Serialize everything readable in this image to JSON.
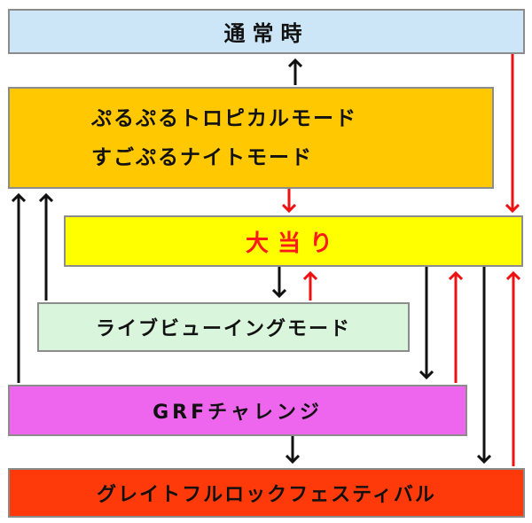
{
  "boxes": {
    "normal": {
      "label": "通常時",
      "color": "#cce6f8"
    },
    "mode_line1": "ぷるぷるトロピカルモード",
    "mode_line2": "すごぷるナイトモード",
    "mode_color": "#ffc800",
    "bonus": {
      "label": "大当り",
      "color": "#ffff00",
      "text_color": "#ff1a1a"
    },
    "live": {
      "label": "ライブビューイングモード",
      "color": "#d9f6dc"
    },
    "grf": {
      "label": "GRFチャレンジ",
      "color": "#ee66ee"
    },
    "rock": {
      "label": "グレイトフルロックフェスティバル",
      "color": "#ff3a0a"
    }
  },
  "arrow_colors": {
    "black": "#111111",
    "red": "#ee1111"
  }
}
